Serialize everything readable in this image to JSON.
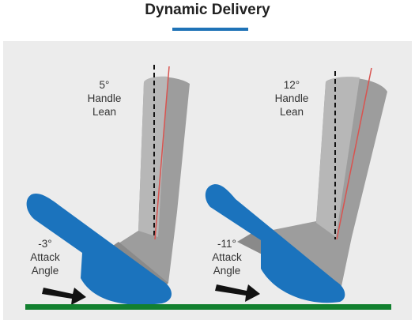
{
  "header": {
    "title": "Dynamic Delivery"
  },
  "colors": {
    "accent_blue": "#1f73b7",
    "club_blue": "#1b73bd",
    "ground_green": "#12802f",
    "shaft_line_red": "#d9534f",
    "panel_bg": "#ececec"
  },
  "clubs": [
    {
      "handle_lean": {
        "value": "5°",
        "line1": "Handle",
        "line2": "Lean"
      },
      "attack_angle": {
        "value": "-3°",
        "line1": "Attack",
        "line2": "Angle"
      }
    },
    {
      "handle_lean": {
        "value": "12°",
        "line1": "Handle",
        "line2": "Lean"
      },
      "attack_angle": {
        "value": "-11°",
        "line1": "Attack",
        "line2": "Angle"
      }
    }
  ]
}
